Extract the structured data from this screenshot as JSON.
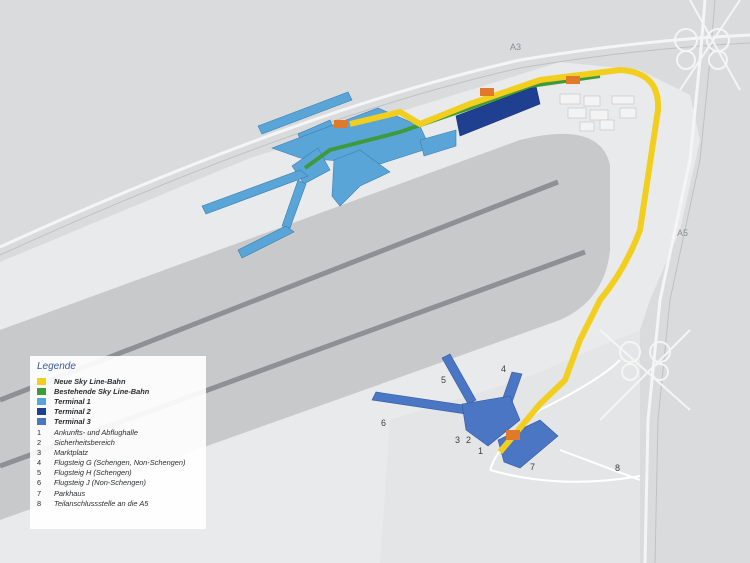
{
  "roads": {
    "a3": "A3",
    "a5": "A5"
  },
  "callouts": {
    "n1": "1",
    "n2": "2",
    "n3": "3",
    "n4": "4",
    "n5": "5",
    "n6": "6",
    "n7": "7",
    "n8": "8"
  },
  "legend": {
    "title": "Legende",
    "swatches": [
      {
        "label": "Neue Sky Line-Bahn",
        "color": "#f2cf1f"
      },
      {
        "label": "Bestehende Sky Line-Bahn",
        "color": "#3f9a3c"
      },
      {
        "label": "Terminal 1",
        "color": "#5aa5d8"
      },
      {
        "label": "Terminal 2",
        "color": "#1f3f91"
      },
      {
        "label": "Terminal 3",
        "color": "#4a76c4"
      }
    ],
    "keys": [
      {
        "num": "1",
        "label": "Ankunfts- und Abflughalle"
      },
      {
        "num": "2",
        "label": "Sicherheitsbereich"
      },
      {
        "num": "3",
        "label": "Marktplatz"
      },
      {
        "num": "4",
        "label": "Flugsteig G (Schengen, Non-Schengen)"
      },
      {
        "num": "5",
        "label": "Flugsteig H (Schengen)"
      },
      {
        "num": "6",
        "label": "Flugsteig J (Non-Schengen)"
      },
      {
        "num": "7",
        "label": "Parkhaus"
      },
      {
        "num": "8",
        "label": "Teilanschlussstelle an die A5"
      }
    ]
  }
}
